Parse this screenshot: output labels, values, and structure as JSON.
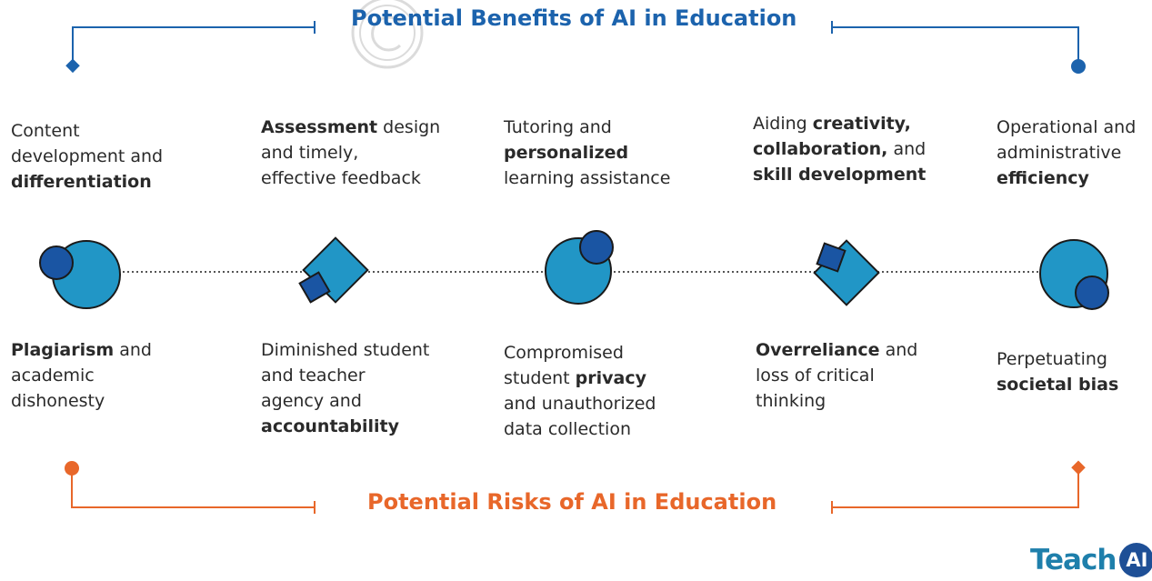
{
  "benefits_title": "Potential Benefits of AI in Education",
  "risks_title": "Potential Risks of AI in Education",
  "benefits": [
    {
      "parts": [
        {
          "text": "Content\ndevelopment and\n",
          "bold": false
        },
        {
          "text": "differentiation",
          "bold": true
        }
      ]
    },
    {
      "parts": [
        {
          "text": "Assessment",
          "bold": true
        },
        {
          "text": " design\nand timely,\neffective feedback",
          "bold": false
        }
      ]
    },
    {
      "parts": [
        {
          "text": "Tutoring and\n",
          "bold": false
        },
        {
          "text": "personalized",
          "bold": true
        },
        {
          "text": "\nlearning assistance",
          "bold": false
        }
      ]
    },
    {
      "parts": [
        {
          "text": "Aiding ",
          "bold": false
        },
        {
          "text": "creativity,\ncollaboration,",
          "bold": true
        },
        {
          "text": " and\n",
          "bold": false
        },
        {
          "text": "skill development",
          "bold": true
        }
      ]
    },
    {
      "parts": [
        {
          "text": "Operational and\nadministrative\n",
          "bold": false
        },
        {
          "text": "efficiency",
          "bold": true
        }
      ]
    }
  ],
  "risks": [
    {
      "parts": [
        {
          "text": "Plagiarism",
          "bold": true
        },
        {
          "text": " and\nacademic\ndishonesty",
          "bold": false
        }
      ]
    },
    {
      "parts": [
        {
          "text": "Diminished student\nand teacher\nagency and\n",
          "bold": false
        },
        {
          "text": "accountability",
          "bold": true
        }
      ]
    },
    {
      "parts": [
        {
          "text": "Compromised\nstudent ",
          "bold": false
        },
        {
          "text": "privacy",
          "bold": true
        },
        {
          "text": "\nand unauthorized\ndata collection",
          "bold": false
        }
      ]
    },
    {
      "parts": [
        {
          "text": "Overreliance",
          "bold": true
        },
        {
          "text": " and\nloss of critical\nthinking",
          "bold": false
        }
      ]
    },
    {
      "parts": [
        {
          "text": "Perpetuating\n",
          "bold": false
        },
        {
          "text": "societal bias",
          "bold": true
        }
      ]
    }
  ],
  "logo": {
    "text": "Teach",
    "badge": "AI"
  },
  "colors": {
    "benefit_blue": "#1c63ad",
    "risk_orange": "#e8672a",
    "shape_light": "#2196c6",
    "shape_dark": "#1a55a3",
    "outline": "#1a1a1a"
  }
}
